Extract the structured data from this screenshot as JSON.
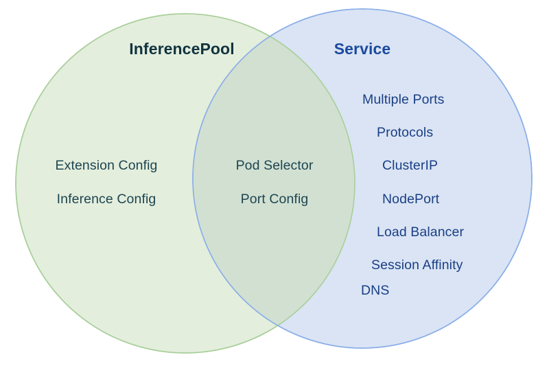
{
  "diagram": {
    "type": "venn",
    "background": "#ffffff",
    "left_set": {
      "title": "InferencePool",
      "title_color": "#11333f",
      "fill": "#e4eedd",
      "stroke": "#a8cf9a",
      "text_color": "#1d4550",
      "items": [
        "Extension Config",
        "Inference Config"
      ]
    },
    "right_set": {
      "title": "Service",
      "title_color": "#1b4a9e",
      "fill": "#d7e2f3",
      "stroke": "#8aaee8",
      "text_color": "#1a3f85",
      "items": [
        "Multiple Ports",
        "Protocols",
        "ClusterIP",
        "NodePort",
        "Load Balancer",
        "Session Affinity",
        "DNS"
      ]
    },
    "intersection": {
      "fill": "#d2e0d2",
      "text_color": "#1d4550",
      "items": [
        "Pod Selector",
        "Port Config"
      ]
    }
  }
}
